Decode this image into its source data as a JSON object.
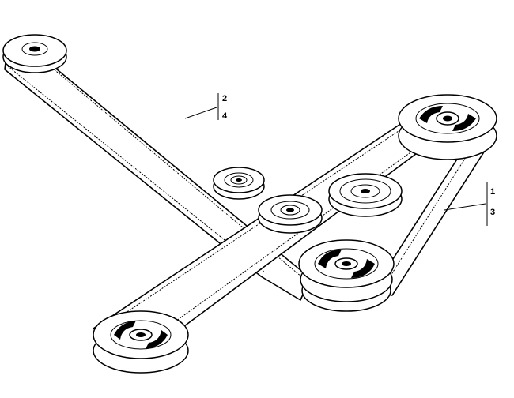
{
  "callouts": {
    "upper_left": {
      "top": "2",
      "bottom": "4"
    },
    "right": {
      "top": "1",
      "bottom": "3"
    }
  }
}
